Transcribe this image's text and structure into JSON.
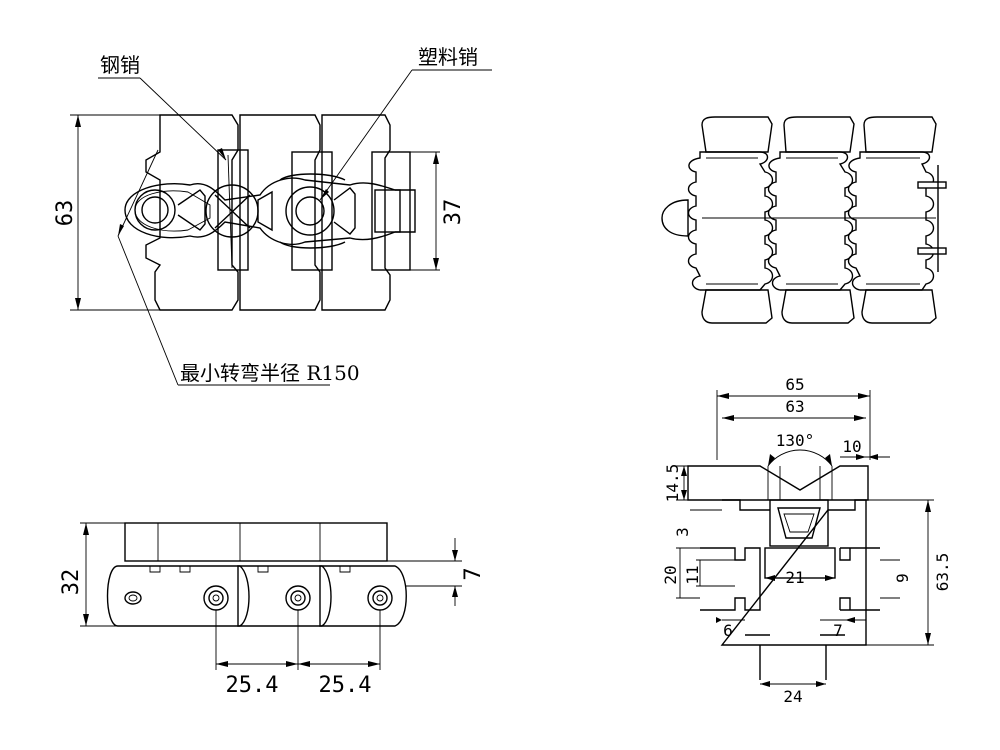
{
  "labels": {
    "steel_pin": "钢销",
    "plastic_pin": "塑料销",
    "min_radius": "最小转弯半径 R150"
  },
  "top_view": {
    "width": "63",
    "link_width": "37"
  },
  "side_view": {
    "height": "32",
    "pin_height": "7",
    "pitch_1": "25.4",
    "pitch_2": "25.4"
  },
  "section_view": {
    "overall_width": "65",
    "top_width": "63",
    "angle": "130°",
    "side_gap": "10",
    "top_height": "14.5",
    "step": "3",
    "total_height": "63.5",
    "left_20": "20",
    "left_11": "11",
    "center_width": "21",
    "right_9": "9",
    "bottom_6": "6",
    "bottom_7": "7",
    "bottom_24": "24"
  }
}
